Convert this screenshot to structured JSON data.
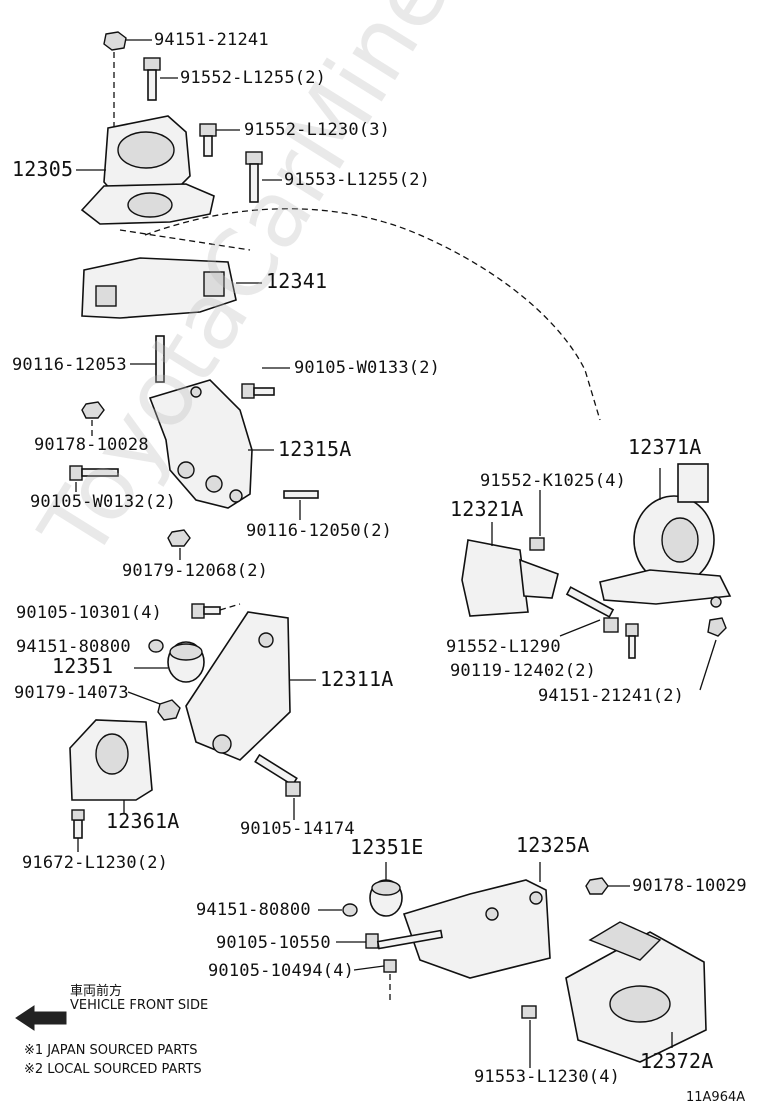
{
  "labels": {
    "p1": "94151-21241",
    "p2": "91552-L1255(2)",
    "p3": "91552-L1230(3)",
    "p4": "12305",
    "p5": "91553-L1255(2)",
    "p6": "12341",
    "p7": "90116-12053",
    "p8": "90105-W0133(2)",
    "p9": "90178-10028",
    "p10": "12315A",
    "p11": "90105-W0132(2)",
    "p12": "90116-12050(2)",
    "p13": "90179-12068(2)",
    "p14": "12371A",
    "p15": "91552-K1025(4)",
    "p16": "12321A",
    "p17": "91552-L1290",
    "p18": "90119-12402(2)",
    "p19": "94151-21241(2)",
    "p20": "90105-10301(4)",
    "p21": "94151-80800",
    "p22": "12351",
    "p23": "12311A",
    "p24": "90179-14073",
    "p25": "12361A",
    "p26": "90105-14174",
    "p27": "91672-L1230(2)",
    "p28": "12351E",
    "p29": "12325A",
    "p30": "90178-10029",
    "p31": "94151-80800",
    "p32": "90105-10550",
    "p33": "90105-10494(4)",
    "p34": "91553-L1230(4)",
    "p35": "12372A"
  },
  "notes": {
    "front_jp": "車両前方",
    "front_en": "VEHICLE FRONT SIDE",
    "note1": "※1 JAPAN SOURCED PARTS",
    "note2": "※2 LOCAL SOURCED PARTS",
    "code": "11A964A"
  },
  "watermark": "ToyotaCarMine.ru"
}
